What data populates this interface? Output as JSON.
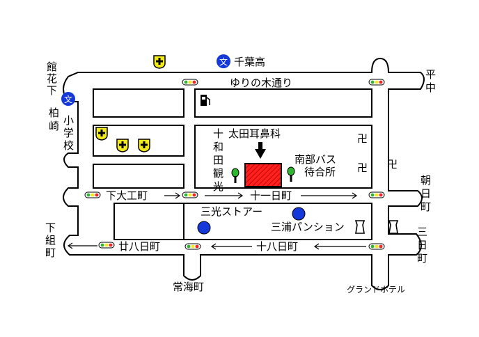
{
  "labels": {
    "chiba_high": "千葉高",
    "yurinoki": "ゆりの木通り",
    "hira_naka": [
      "平",
      "中"
    ],
    "kanhana_shita": [
      "館",
      "花",
      "下"
    ],
    "kashiwazaki": [
      "柏",
      "崎"
    ],
    "elementary": [
      "小",
      "学",
      "校"
    ],
    "clinic": "太田耳鼻科",
    "towada_kan": [
      "十",
      "和",
      "田",
      "観",
      "光"
    ],
    "nanbu_bus1": "南部バス",
    "nanbu_bus2": "待合所",
    "asahi_machi": [
      "朝",
      "日",
      "町"
    ],
    "shimodaiku": "下大工町",
    "juichi": "十一日町",
    "sanko": "三光ストアー",
    "miura": "三浦パンション",
    "shimogumi": [
      "下",
      "組",
      "町"
    ],
    "nijuhachi": "廿八日町",
    "juhachi": "十八日町",
    "mikkamachi": [
      "三",
      "日",
      "町"
    ],
    "tsunemi": "常海町",
    "grand_hotel": "グランドホテル"
  },
  "symbols": {
    "school": "文",
    "temple": "卍"
  },
  "colors": {
    "destination": "#ff2020",
    "bank": "#1538d8",
    "school": "#1538d8",
    "pharmacy": "#f2ea1a",
    "tree": "#2fb52f"
  }
}
